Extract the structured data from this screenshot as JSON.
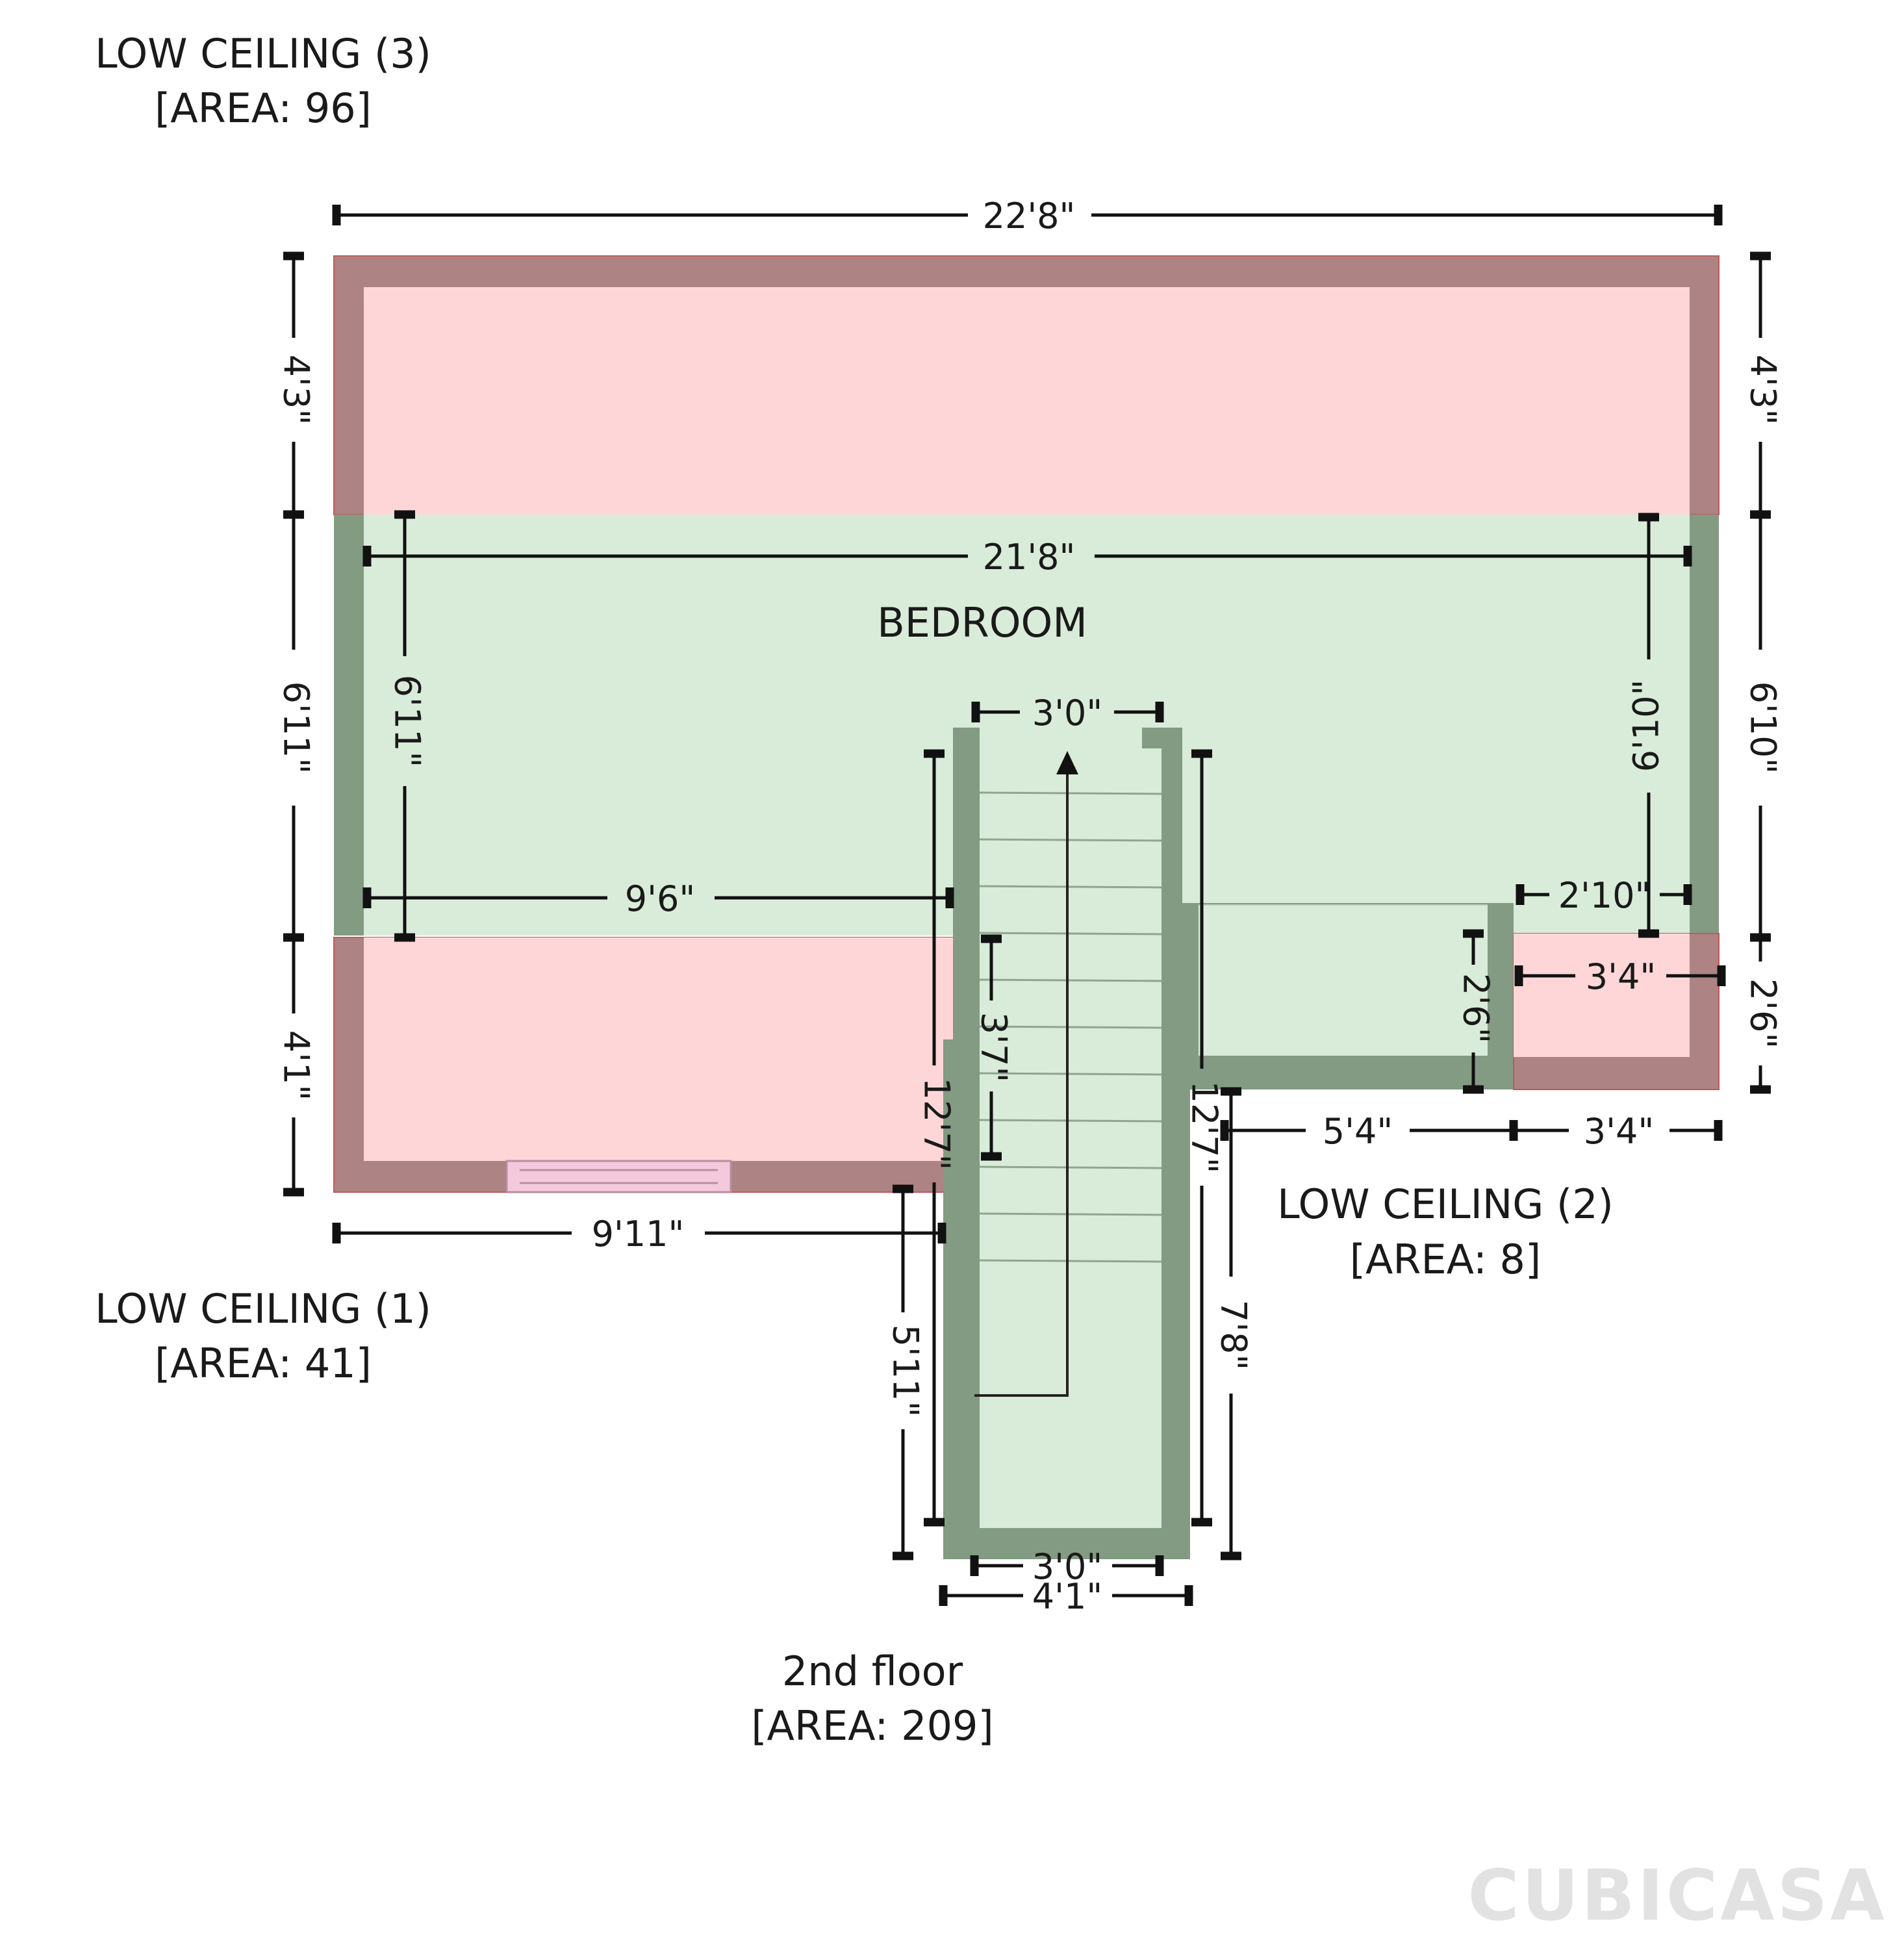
{
  "labels": {
    "low_ceiling_3": {
      "name": "LOW CEILING (3)",
      "area": "[AREA: 96]"
    },
    "low_ceiling_1": {
      "name": "LOW CEILING (1)",
      "area": "[AREA: 41]"
    },
    "low_ceiling_2": {
      "name": "LOW CEILING (2)",
      "area": "[AREA: 8]"
    },
    "floor": {
      "name": "2nd floor",
      "area": "[AREA: 209]"
    },
    "bedroom": "BEDROOM"
  },
  "dimensions": {
    "top_width": "22'8\"",
    "left_upper": "4'3\"",
    "right_upper": "4'3\"",
    "left_middle": "6'11\"",
    "right_middle": "6'10\"",
    "left_lower": "4'1\"",
    "right_lower": "2'6\"",
    "bedroom_width": "21'8\"",
    "bedroom_left_height": "6'11\"",
    "bedroom_right_height": "6'10\"",
    "bedroom_left_width": "9'6\"",
    "stair_top_width": "3'0\"",
    "stair_inner_height": "3'7\"",
    "stair_left_height": "12'7\"",
    "stair_right_height": "12'7\"",
    "stair_lower_left": "5'11\"",
    "stair_lower_right": "7'8\"",
    "stair_bottom_inner": "3'0\"",
    "stair_bottom_outer": "4'1\"",
    "lower_left_width": "9'11\"",
    "notch_width": "2'10\"",
    "notch_height": "2'6\"",
    "lc2_inner_width": "3'4\"",
    "lc2_bottom_width": "3'4\"",
    "bottom_mid_width": "5'4\""
  },
  "colors": {
    "low_ceiling_fill": "#ffd6d8",
    "low_ceiling_wall": "#ad8384",
    "room_fill": "#d9ecd9",
    "room_wall": "#839a83",
    "window": "#f4c9dc"
  },
  "brand": "CUBICASA"
}
